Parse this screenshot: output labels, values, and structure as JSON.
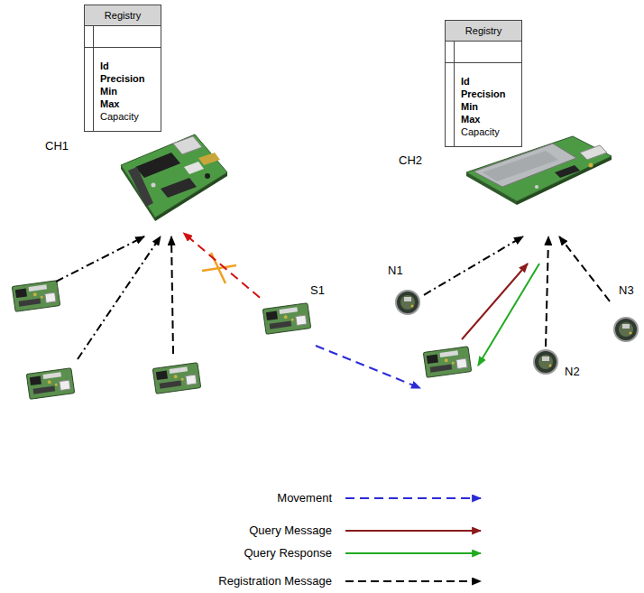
{
  "diagram": {
    "nodes": [
      {
        "text": [
          "Registry",
          "Id",
          "Precision",
          "Min",
          "Max",
          "Capacity"
        ]
      },
      {
        "text": [
          "Registry",
          "Id",
          "Precision",
          "Min",
          "Max",
          "Capacity"
        ]
      },
      {
        "text": [
          "CH1"
        ]
      },
      {
        "text": [
          "CH2"
        ]
      },
      {
        "text": [
          "N1"
        ]
      },
      {
        "text": [
          "S1"
        ]
      },
      {
        "text": [
          "N3"
        ]
      },
      {
        "text": [
          "N2"
        ]
      }
    ],
    "edges": [
      {
        "from": 5,
        "to": 2,
        "arrow": "to"
      },
      {
        "from": 4,
        "to": 3,
        "arrow": "to"
      },
      {
        "from": 7,
        "to": 3,
        "arrow": "to"
      },
      {
        "from": 6,
        "to": 3,
        "arrow": "to"
      }
    ],
    "legend": [
      {
        "text": "Movement"
      },
      {
        "text": "Query Message"
      },
      {
        "text": "Query Response"
      },
      {
        "text": "Registration Message"
      }
    ]
  }
}
